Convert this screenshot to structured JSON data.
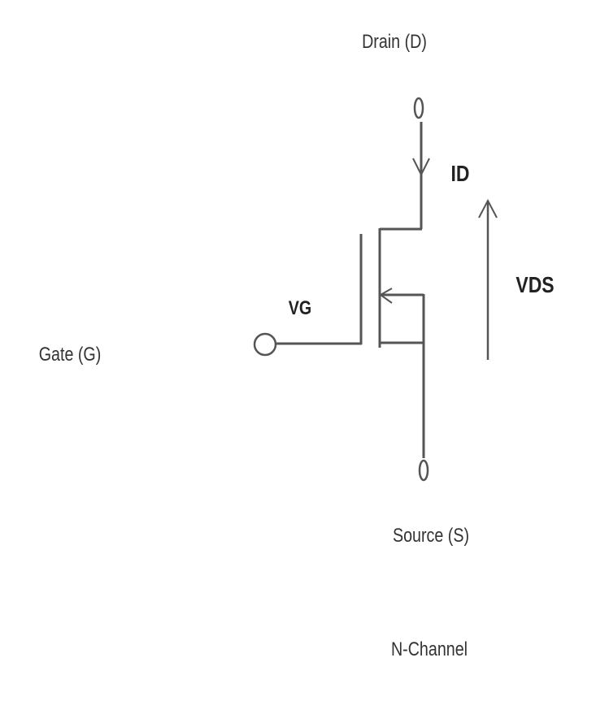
{
  "labels": {
    "drain": "Drain (D)",
    "gate": "Gate (G)",
    "source": "Source (S)",
    "id": "ID",
    "vds": "VDS",
    "vg": "VG",
    "channel_type": "N-Channel"
  },
  "colors": {
    "line": "#555555",
    "text": "#333333"
  }
}
